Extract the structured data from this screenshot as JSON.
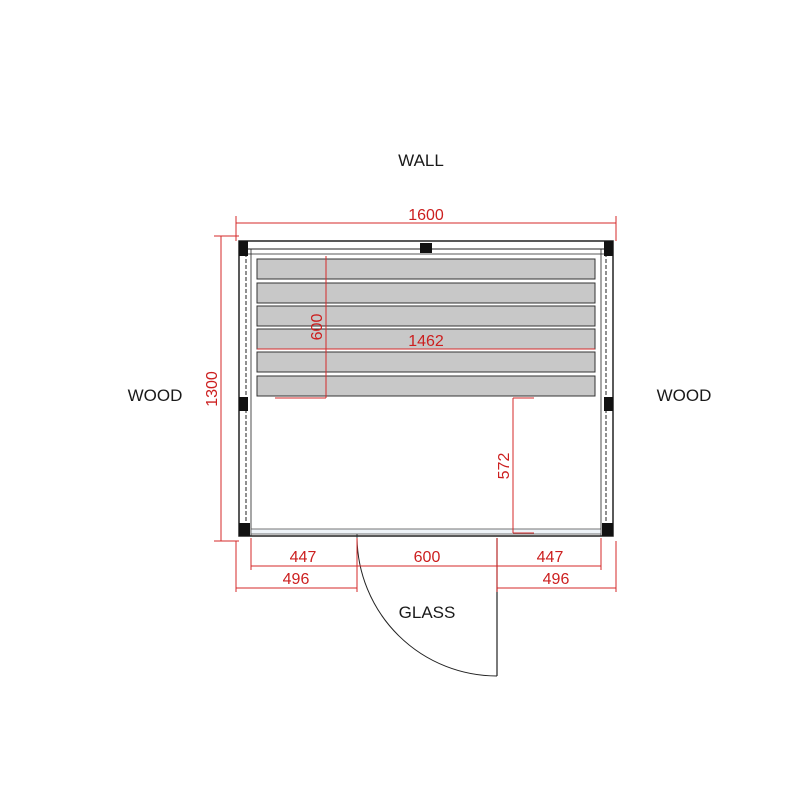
{
  "labels": {
    "wall": "WALL",
    "wood_left": "WOOD",
    "wood_right": "WOOD",
    "glass": "GLASS"
  },
  "dimensions": {
    "overall_width": "1600",
    "overall_depth": "1300",
    "bench_depth": "600",
    "bench_length": "1462",
    "clear_space": "572",
    "inner_left": "447",
    "door_width": "600",
    "inner_right": "447",
    "outer_left": "496",
    "outer_right": "496"
  },
  "colors": {
    "dimension": "#d42a2a",
    "bench_fill": "#c8c8c8",
    "outline": "#222222"
  }
}
